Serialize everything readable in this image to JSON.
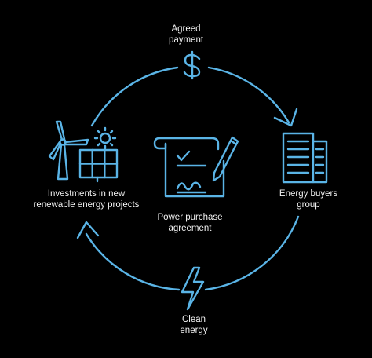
{
  "colors": {
    "background": "#000000",
    "accent": "#5ab4e6",
    "text": "#f2f2f2"
  },
  "nodes": {
    "payment": {
      "label": "Agreed\npayment",
      "icon": "dollar-icon"
    },
    "investments": {
      "label": "Investments in new\nrenewable energy projects",
      "icon": "wind-solar-icon"
    },
    "buyers": {
      "label": "Energy buyers\ngroup",
      "icon": "office-building-icon"
    },
    "center": {
      "label": "Power purchase\nagreement",
      "icon": "signed-contract-icon"
    },
    "clean": {
      "label": "Clean\nenergy",
      "icon": "lightning-bolt-icon"
    }
  }
}
